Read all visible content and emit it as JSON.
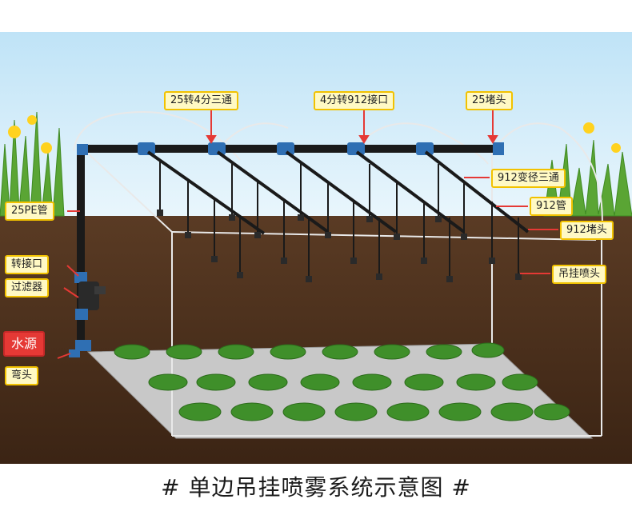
{
  "labels": {
    "tee_25_to_4": "25转4分三通",
    "adapter_4_to_912": "4分转912接口",
    "end_cap_25": "25堵头",
    "pipe_25pe": "25PE管",
    "tee_912_reducer": "912变径三通",
    "pipe_912": "912管",
    "end_cap_912": "912堵头",
    "hanging_nozzle": "吊挂喷头",
    "adapter": "转接口",
    "filter": "过滤器",
    "water_source": "水源",
    "elbow": "弯头"
  },
  "caption": "# 单边吊挂喷雾系统示意图 #",
  "colors": {
    "label_bg": "#fff9c4",
    "label_border": "#f2c200",
    "water_source_bg": "#e53935",
    "pointer": "#e53935",
    "pipe": "#1a1a1a",
    "fitting": "#2f6fb3"
  }
}
